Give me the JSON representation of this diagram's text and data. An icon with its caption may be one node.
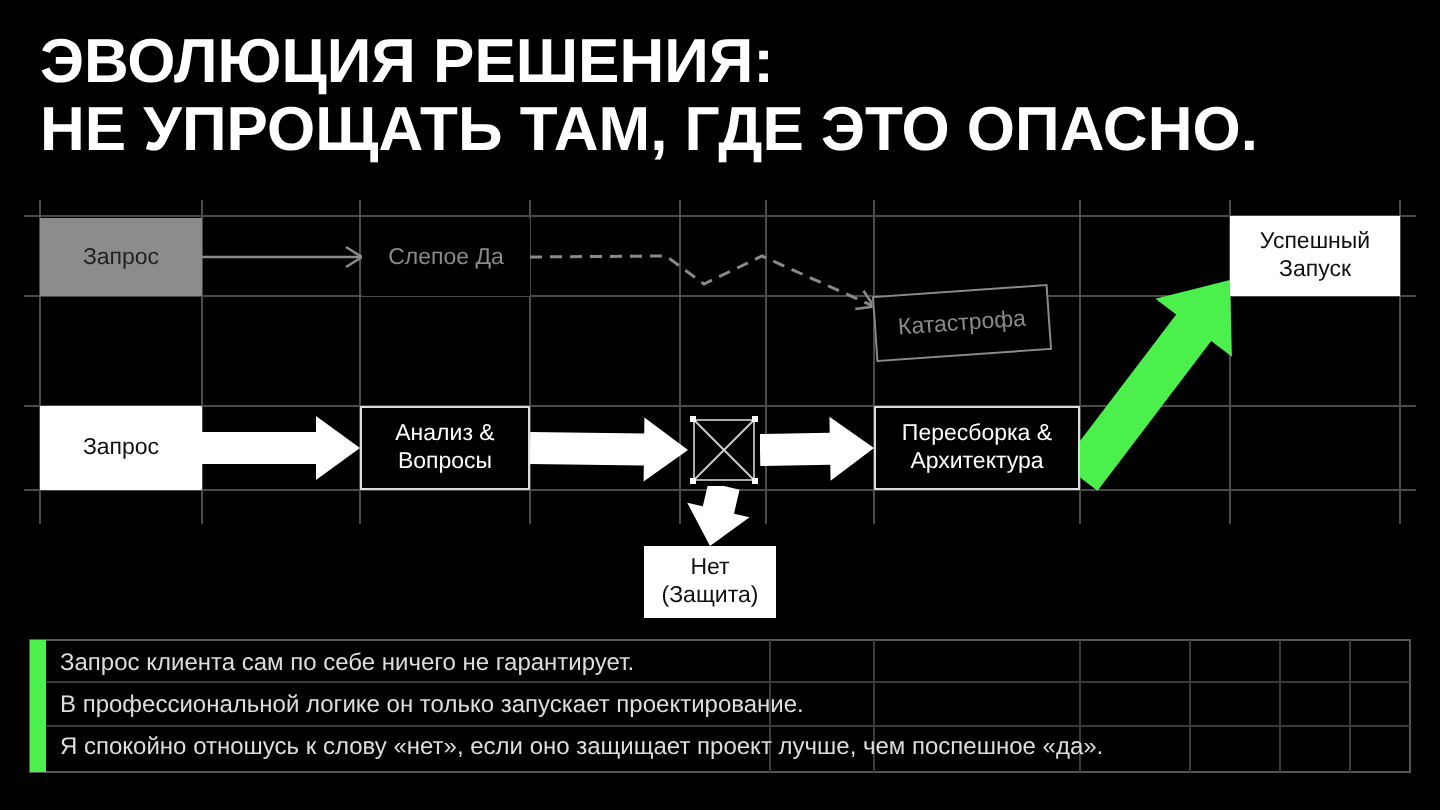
{
  "diagram": {
    "title": "ЭВОЛЮЦИЯ РЕШЕНИЯ: НЕ УПРОЩАТЬ ТАМ, ГДЕ ЭТО ОПАСНО.",
    "nodes": [
      {
        "text": [
          "Запрос"
        ]
      },
      {
        "text": [
          "Слепое Да"
        ]
      },
      {
        "text": [
          "Катастрофа"
        ]
      },
      {
        "text": [
          "Запрос"
        ]
      },
      {
        "text": [
          "Анализ & Вопросы"
        ]
      },
      {
        "text": [],
        "shape": "box"
      },
      {
        "text": [
          "Пересборка & Архитектура"
        ]
      },
      {
        "text": [
          "Нет (Защита)"
        ]
      },
      {
        "text": [
          "Успешный Запуск"
        ]
      }
    ],
    "edges": [
      {
        "from": 0,
        "to": 1,
        "arrow": "to",
        "color": "#8a8a8a"
      },
      {
        "from": 1,
        "to": 2,
        "arrow": "to",
        "style": "dashed",
        "color": "#8a8a8a"
      },
      {
        "from": 3,
        "to": 4,
        "arrow": "to",
        "style": "thick"
      },
      {
        "from": 4,
        "to": 5,
        "arrow": "to",
        "style": "thick"
      },
      {
        "from": 5,
        "to": 6,
        "arrow": "to",
        "style": "thick"
      },
      {
        "from": 5,
        "to": 7,
        "arrow": "to",
        "style": "thick"
      },
      {
        "from": 6,
        "to": 8,
        "arrow": "to",
        "style": "thick",
        "color": "#4cf04c"
      }
    ],
    "labels": [
      "Запрос клиента сам по себе ничего не гарантирует.",
      "В профессиональной логике он только запускает проектирование.",
      "Я спокойно отношусь к слову «нет», если оно защищает проект лучше, чем поспешное «да»."
    ]
  }
}
